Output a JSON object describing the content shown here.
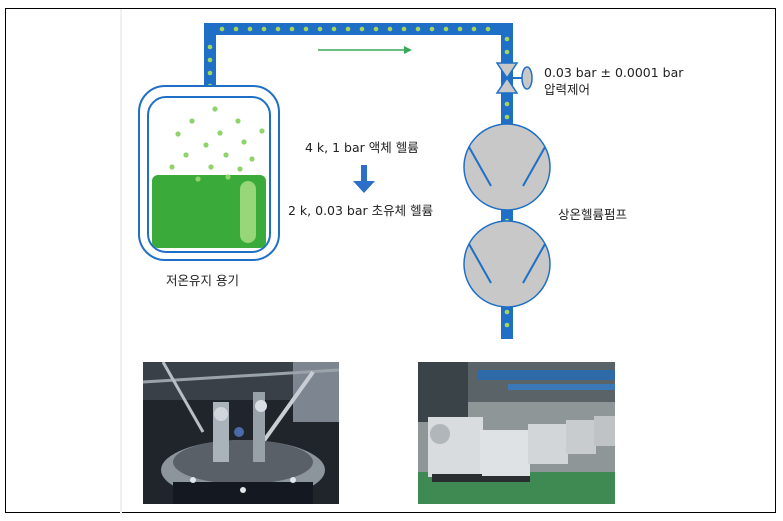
{
  "labels": {
    "pressure_value": "0.03 bar ± 0.0001 bar",
    "pressure_control": "압력제어",
    "liquid_helium": "4 k, 1 bar 액체 헬륨",
    "superfluid_helium": "2 k, 0.03 bar 초유체 헬륨",
    "pump": "상온헬륨펌프",
    "vessel": "저온유지 용기"
  },
  "colors": {
    "pipe": "#1f6fc6",
    "bubble": "#a5d65a",
    "liquid": "#3aaa3a",
    "arrow_flow": "#3aaa5a",
    "arrow_down": "#2b6fc8",
    "pump_body": "#c8c8c8"
  },
  "photos": {
    "left": "cryostat-photo",
    "right": "pump-room-photo"
  }
}
